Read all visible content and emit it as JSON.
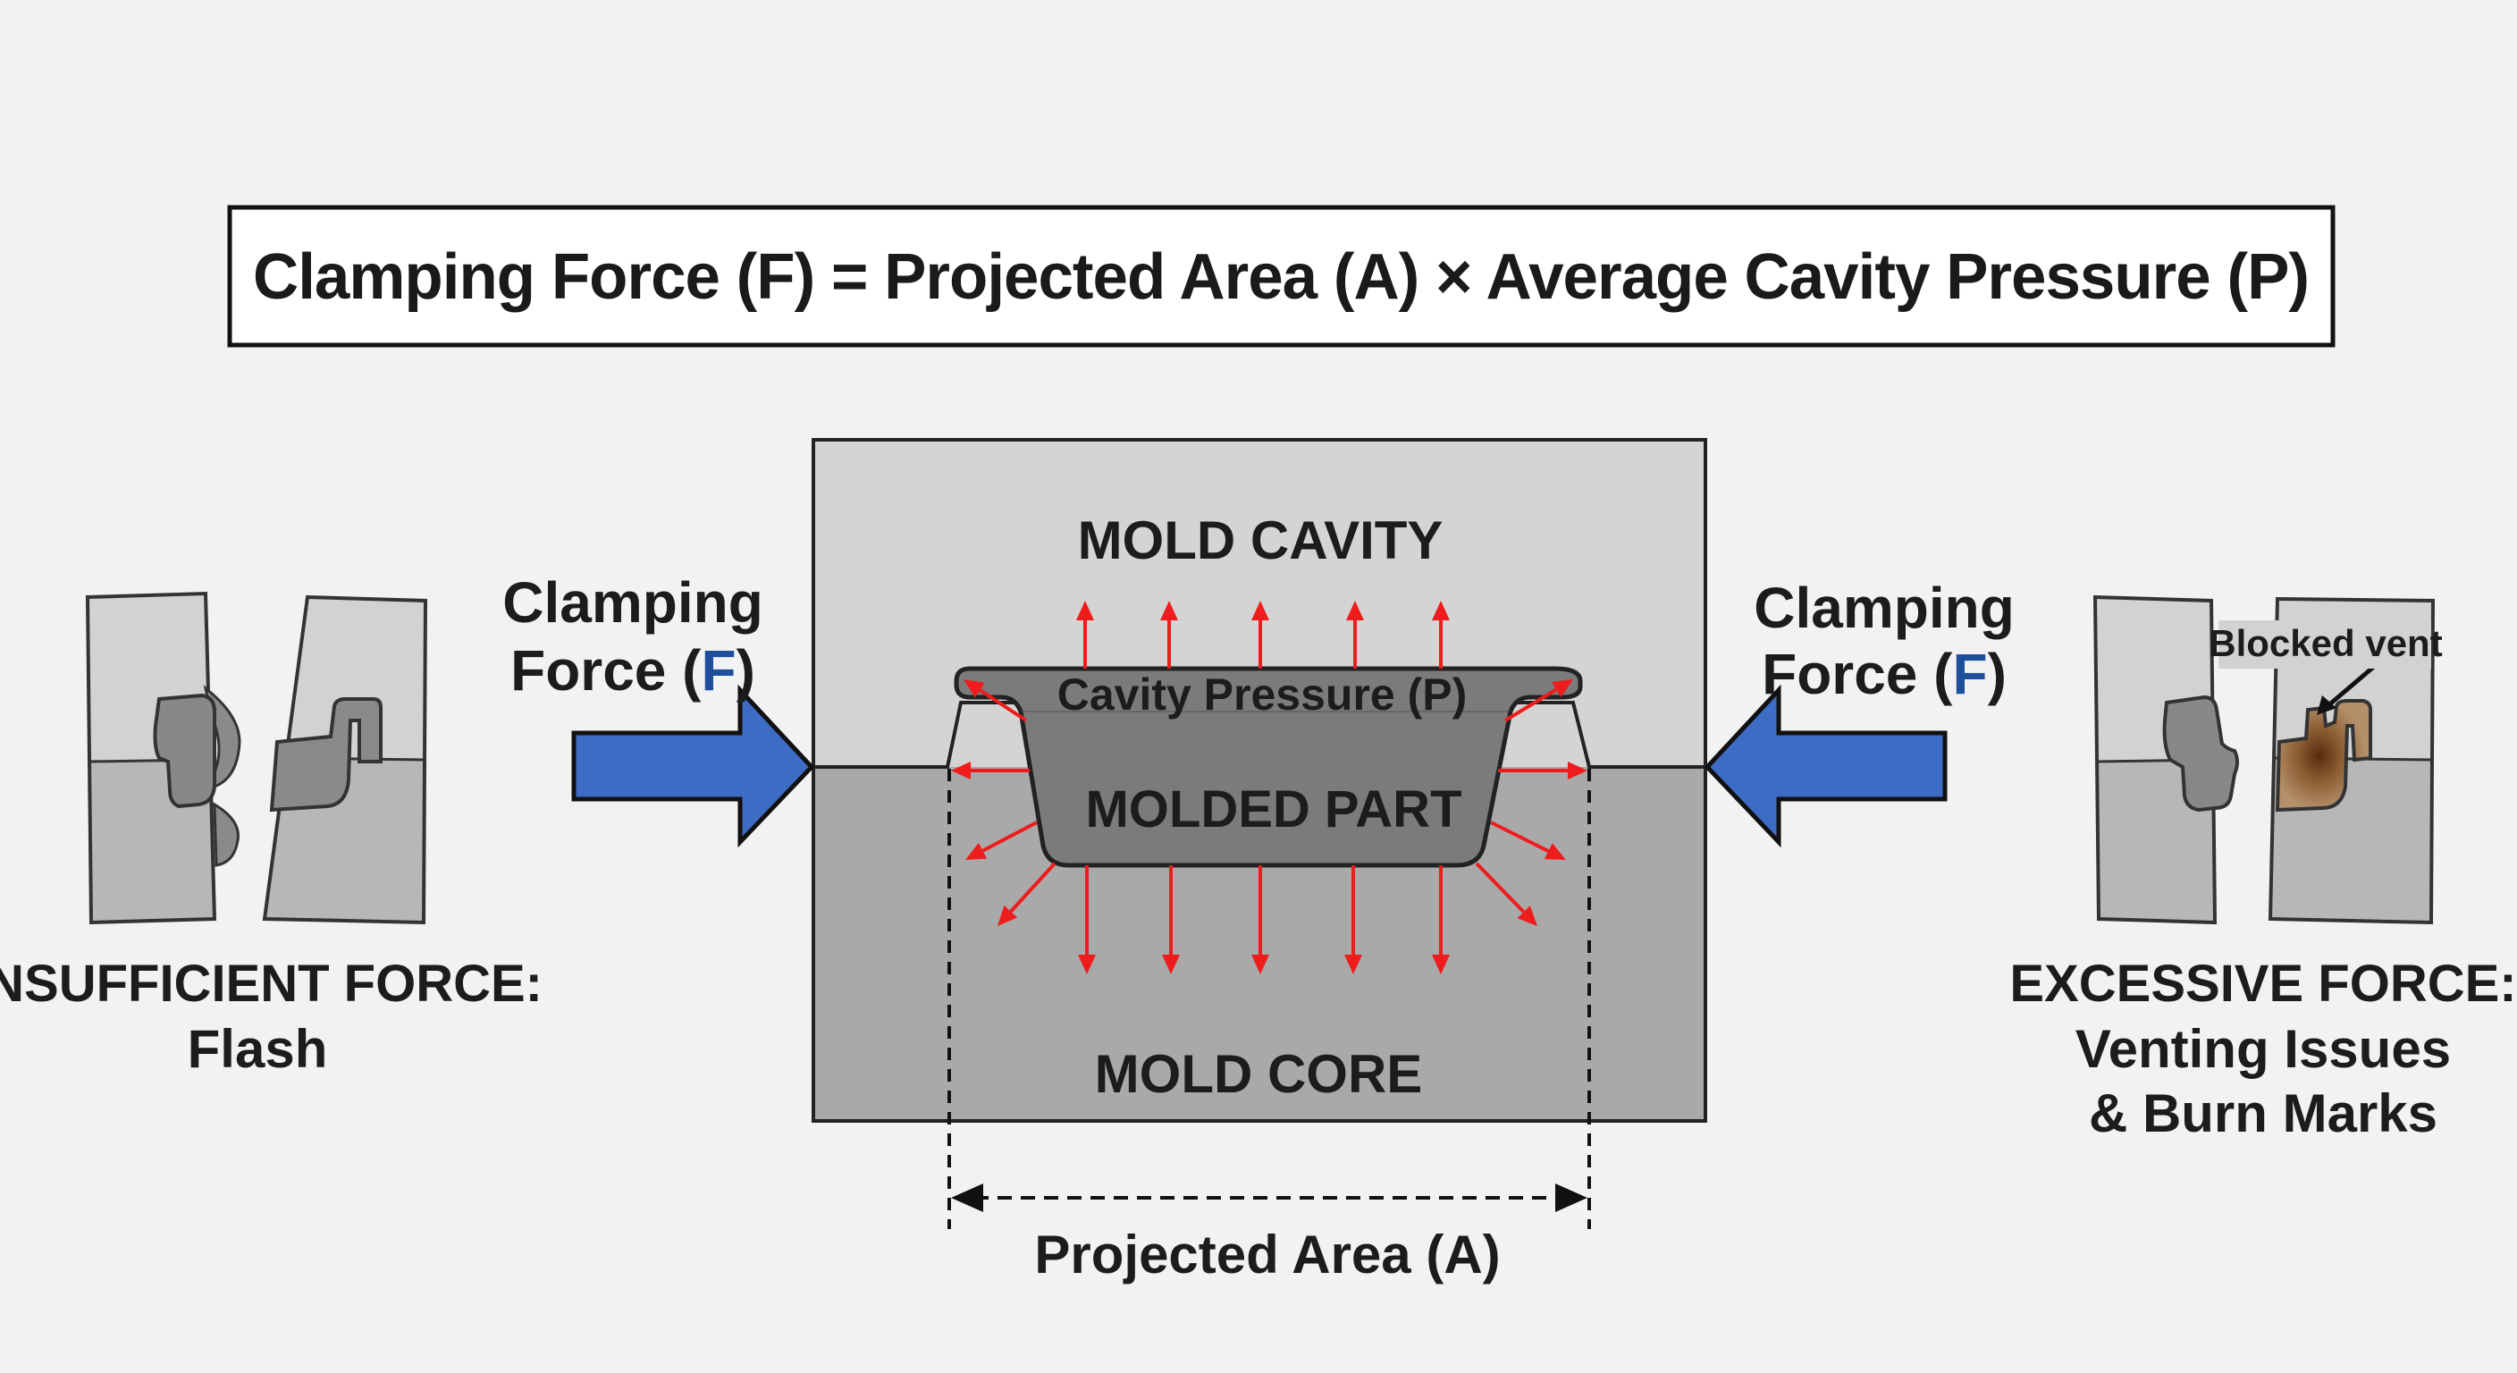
{
  "formula": {
    "text": "Clamping Force (F) = Projected Area (A) × Average Cavity Pressure (P)"
  },
  "mold": {
    "cavity_label": "MOLD CAVITY",
    "core_label": "MOLD CORE",
    "part_label": "MOLDED PART",
    "pressure_label": "Cavity Pressure (P)"
  },
  "clamp_left": {
    "line1": "Clamping",
    "line2_prefix": "Force (",
    "line2_letter": "F",
    "line2_suffix": ")"
  },
  "clamp_right": {
    "line1": "Clamping",
    "line2_prefix": "Force (",
    "line2_letter": "F",
    "line2_suffix": ")"
  },
  "projected_area": {
    "label": "Projected Area (A)"
  },
  "insufficient": {
    "line1": "INSUFFICIENT FORCE:",
    "line2": "Flash"
  },
  "excessive": {
    "line1": "EXCESSIVE FORCE:",
    "line2": "Venting Issues",
    "line3": "& Burn Marks",
    "callout": "Blocked vent"
  },
  "colors": {
    "background": "#f2f2f2",
    "cavity_fill": "#d4d4d4",
    "core_fill": "#a9a9a9",
    "part_fill": "#7b7b7b",
    "pressure_arrows": "#ee1c1c",
    "clamp_arrows": "#3d6cc4",
    "f_letter": "#1e4f9c",
    "burn_mark": "#7a4a24"
  }
}
